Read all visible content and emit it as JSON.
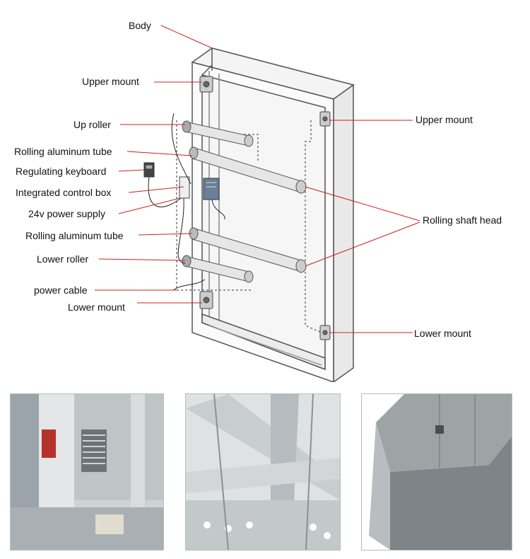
{
  "labels": {
    "body": "Body",
    "upper_mount_left": "Upper mount",
    "up_roller": "Up roller",
    "rolling_tube_upper": "Rolling aluminum tube",
    "regulating_keyboard": "Regulating keyboard",
    "control_box": "Integrated control box",
    "power_supply": "24v power supply",
    "rolling_tube_lower": "Rolling aluminum tube",
    "lower_roller": "Lower roller",
    "power_cable": "power cable",
    "lower_mount_left": "Lower mount",
    "upper_mount_right": "Upper mount",
    "rolling_shaft_head": "Rolling shaft head",
    "lower_mount_right": "Lower mount"
  },
  "colors": {
    "leader_line": "#cc2222",
    "frame_stroke": "#555555",
    "tube_fill": "#e6e6e6"
  }
}
